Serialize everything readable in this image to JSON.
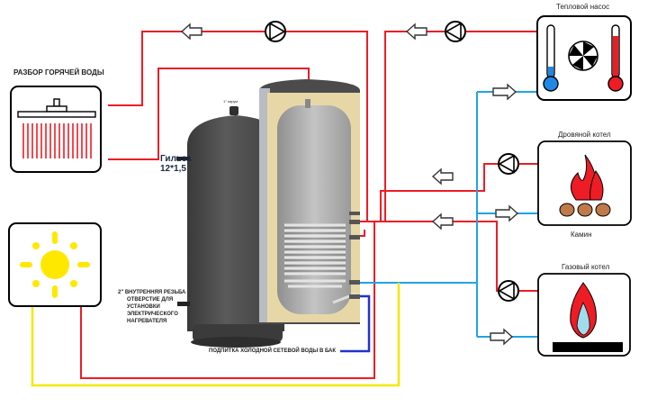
{
  "labels": {
    "hot_water_outlet": "РАЗБОР ГОРЯЧЕЙ ВОДЫ",
    "heat_pump": "Тепловой насос",
    "wood_boiler": "Дровяной котел",
    "fireplace": "Камин",
    "gas_boiler": "Газовый котел",
    "sleeve_line1": "Гильза",
    "sleeve_line2": "12*1,5",
    "top_port": "1\" нарум",
    "heater_port_lines": [
      "2\" ВНУТРЕННЯЯ РЕЗЬБА",
      "ОТВЕРСТИЕ ДЛЯ",
      "УСТАНОВКИ",
      "ЭЛЕКТРИЧЕСКОГО",
      "НАГРЕВАТЕЛЯ"
    ],
    "cold_feed": "ПОДПИТКА ХОЛОДНОЙ СЕТЕВОЙ ВОДЫ В БАК"
  },
  "colors": {
    "hot_line": "#ee1c25",
    "cold_line": "#1ea4e6",
    "mains_line": "#2233cc",
    "solar_line": "#f5e800",
    "tank_dark": "#4a4a4a",
    "insulation": "#e8d7a6",
    "sun": "#ffe800",
    "flame_red": "#ee1c25",
    "log_brown": "#c07a4a"
  },
  "icons": [
    "shower-icon",
    "sun-icon",
    "heat-pump-icon",
    "wood-fire-icon",
    "gas-flame-icon",
    "pump-icon",
    "flow-arrow-icon"
  ]
}
